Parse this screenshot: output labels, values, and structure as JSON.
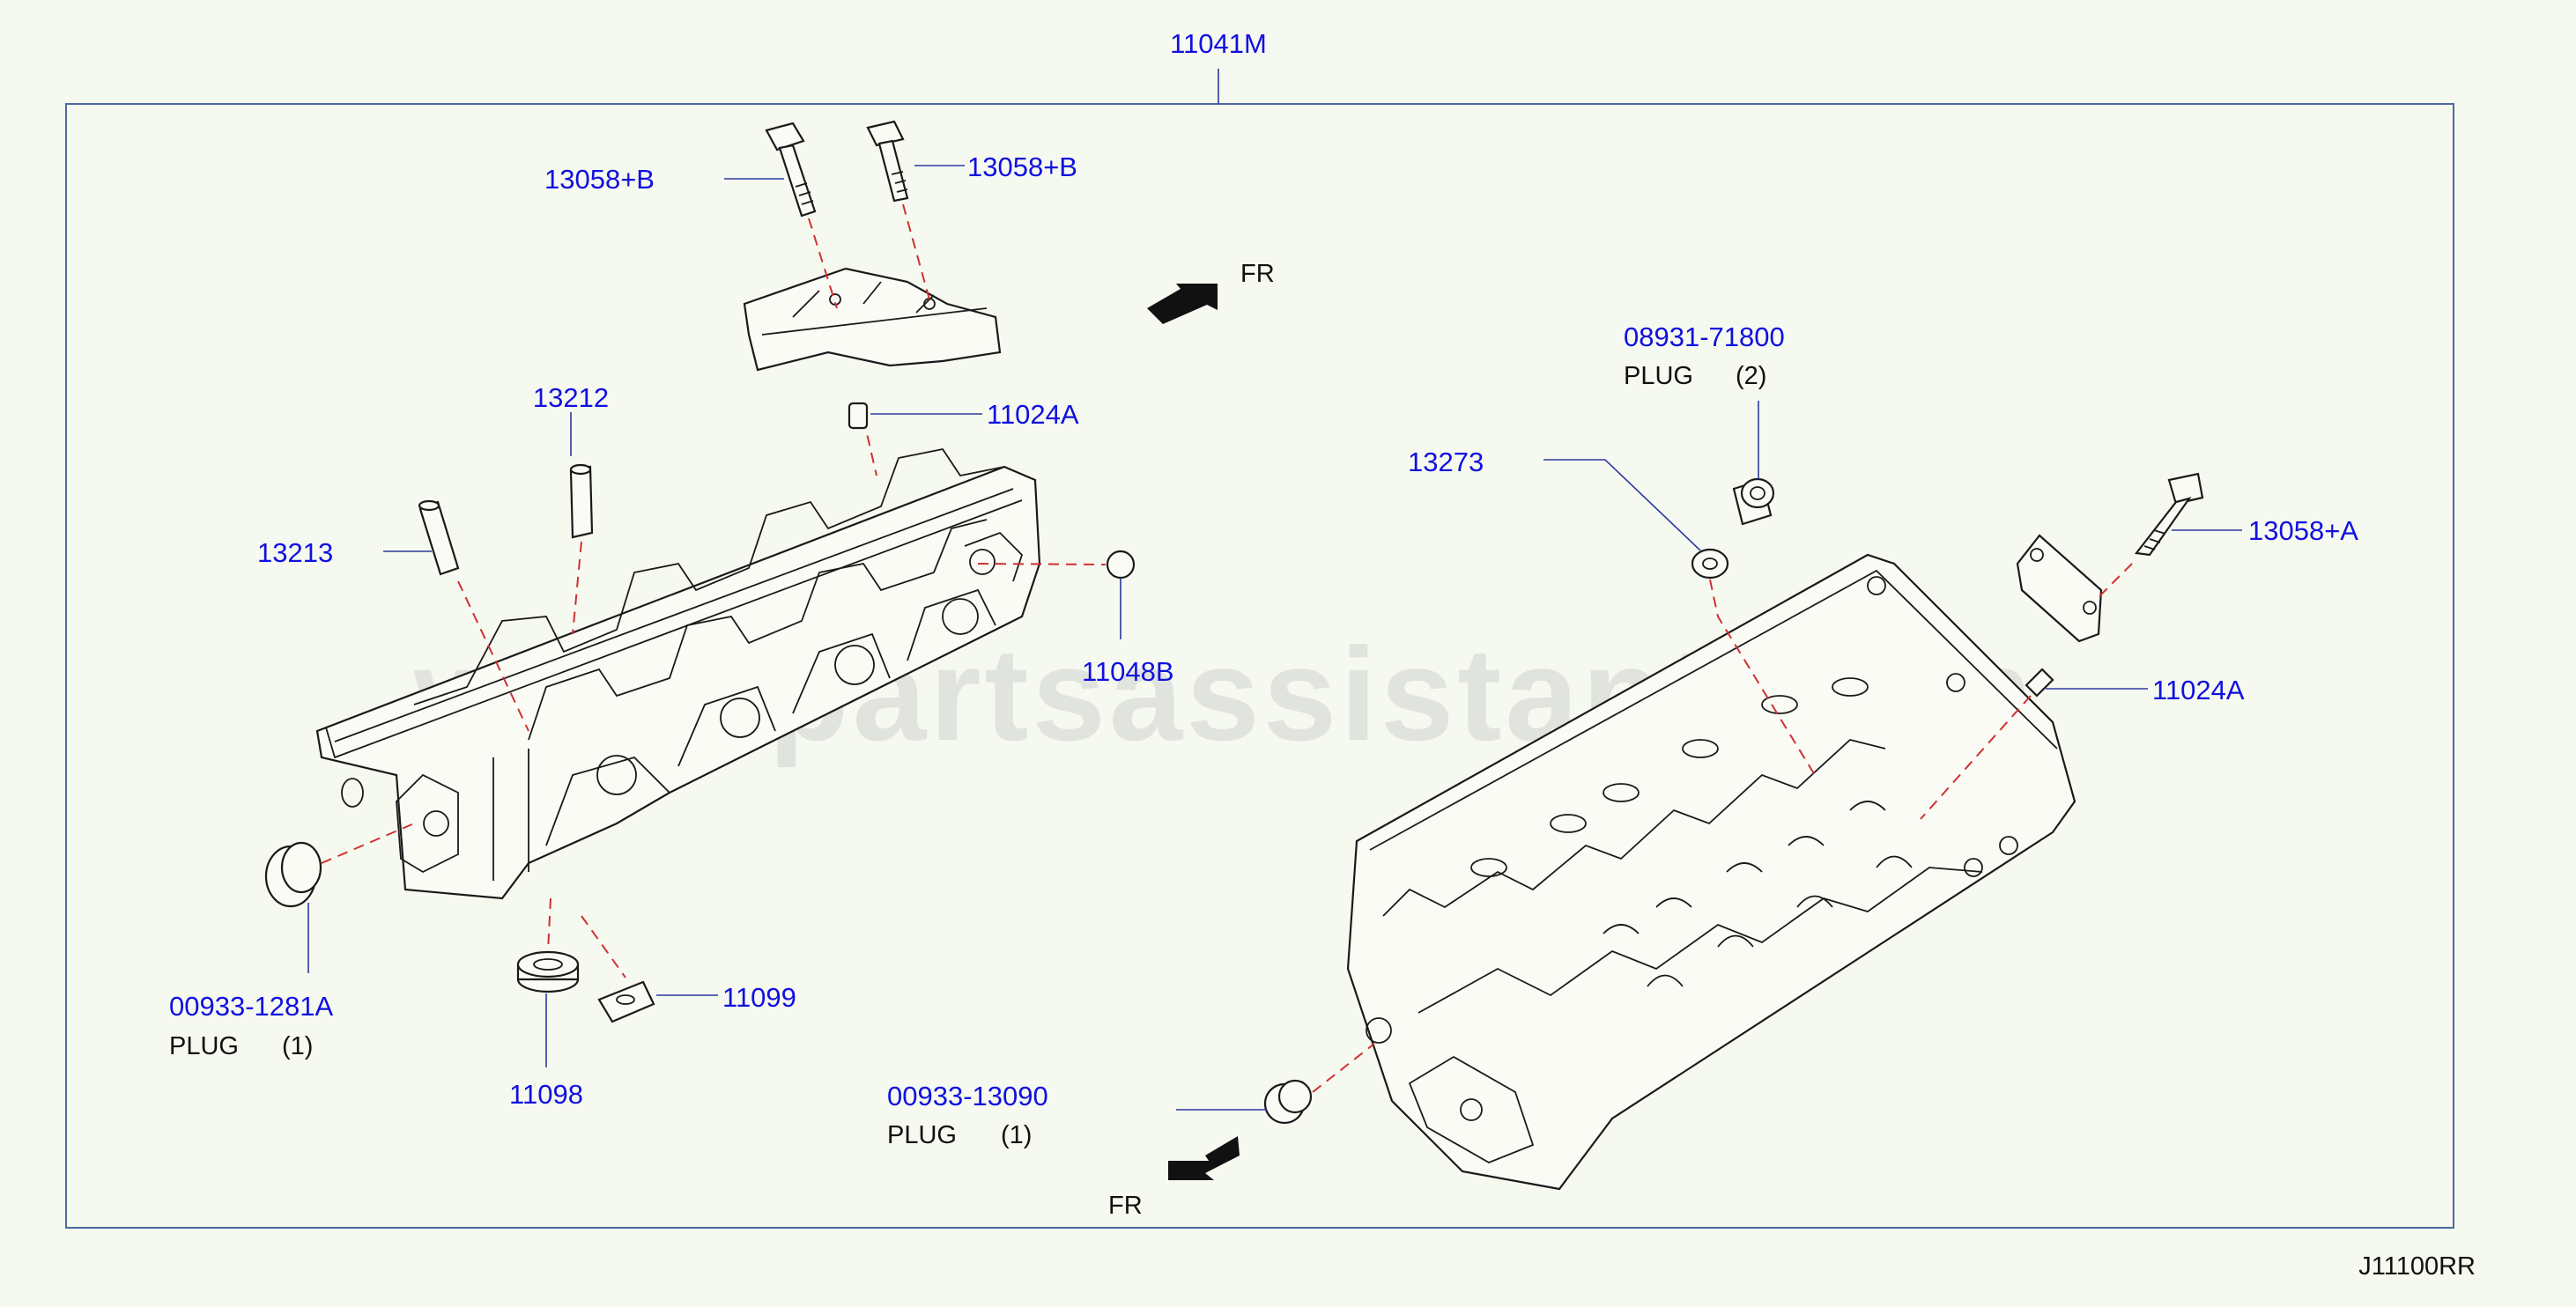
{
  "assembly_label": "11041M",
  "figure_code": "J11100RR",
  "watermark": "www.partsassistant.com",
  "direction": {
    "top": "FR",
    "bottom": "FR"
  },
  "colors": {
    "label": "#1010e0",
    "leader": "#2a3aa0",
    "dash": "#d03030",
    "frame": "#4a6aa0"
  },
  "callouts": {
    "bolt_b1": "13058+B",
    "bolt_b2": "13058+B",
    "dowel_top": "11024A",
    "guide_13212": "13212",
    "guide_13213": "13213",
    "plug_11048b": "11048B",
    "plug_left_part": "00933-1281A",
    "plug_left_desc": "PLUG",
    "plug_left_qty": "(1)",
    "seal_11099": "11099",
    "seal_11098": "11098",
    "plug_bottom_part": "00933-13090",
    "plug_bottom_desc": "PLUG",
    "plug_bottom_qty": "(1)",
    "plug_right_part": "08931-71800",
    "plug_right_desc": "PLUG",
    "plug_right_qty": "(2)",
    "washer_13273": "13273",
    "bolt_a": "13058+A",
    "dowel_right": "11024A"
  }
}
